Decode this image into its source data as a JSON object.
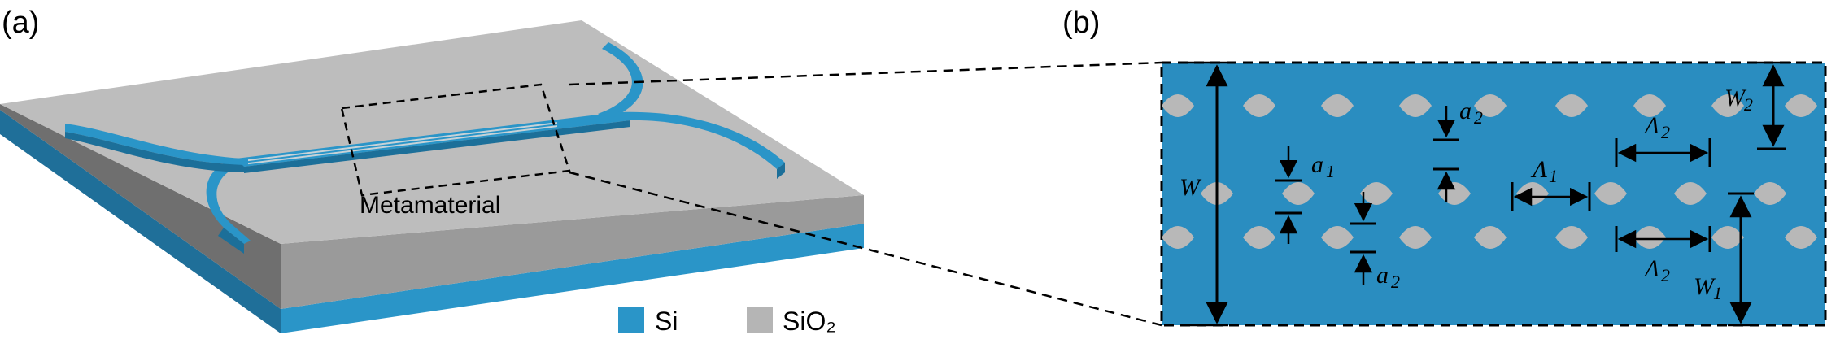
{
  "panel_a": {
    "label": "(a)",
    "region_label": "Metamaterial"
  },
  "panel_b": {
    "label": "(b)",
    "dims": {
      "w": "W",
      "w1": "W",
      "w1_sub": "1",
      "w2": "W",
      "w2_sub": "2",
      "a1": "a",
      "a1_sub": "1",
      "a2_top": "a",
      "a2_top_sub": "2",
      "a2_bot": "a",
      "a2_bot_sub": "2",
      "l1": "Λ",
      "l1_sub": "1",
      "l2_top": "Λ",
      "l2_top_sub": "2",
      "l2_bot": "Λ",
      "l2_bot_sub": "2"
    }
  },
  "legend": {
    "items": [
      {
        "label": "Si",
        "color": "#2a95c8"
      },
      {
        "label": "SiO₂",
        "color": "#b5b5b5"
      }
    ]
  },
  "colors": {
    "si": "#2a95c8",
    "si_dark": "#1c6f99",
    "sio2_top": "#bdbdbd",
    "sio2_side": "#8d8d8d",
    "panel_bg": "#2a8dc0",
    "hole": "#b8b8b8"
  }
}
